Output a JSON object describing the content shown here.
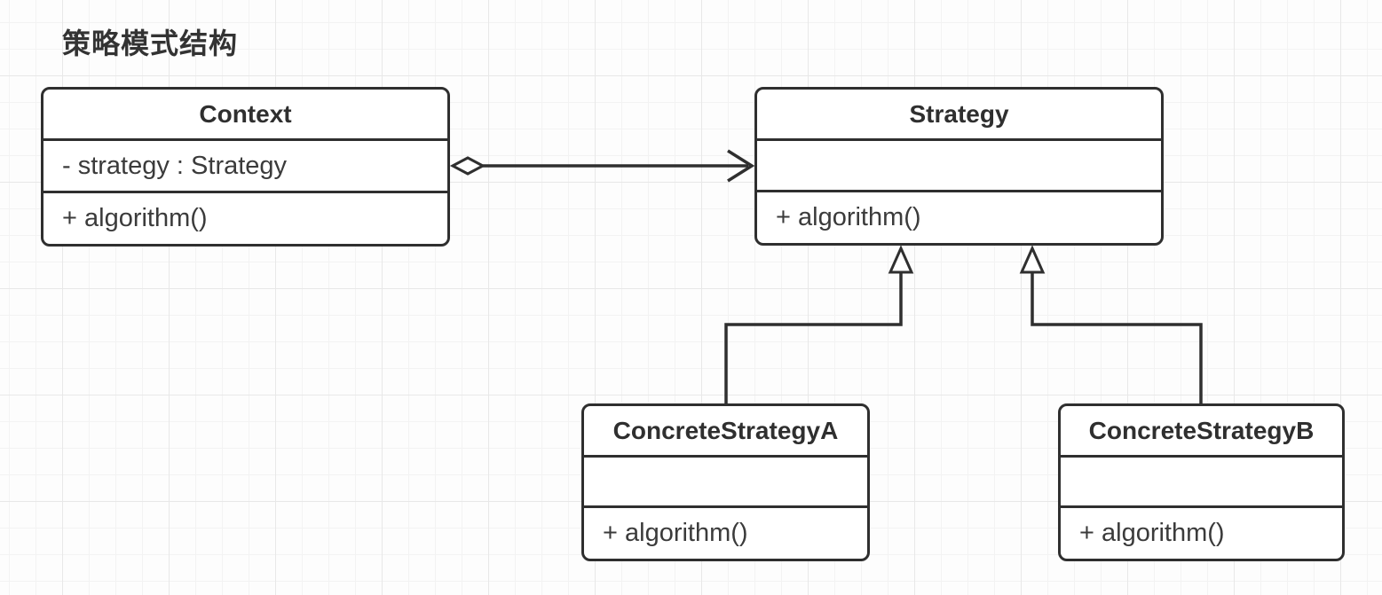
{
  "page": {
    "title": "策略模式结构"
  },
  "diagram": {
    "classes": [
      {
        "id": "context",
        "name": "Context",
        "attributes": [
          "- strategy : Strategy"
        ],
        "methods": [
          "+ algorithm()"
        ]
      },
      {
        "id": "strategy",
        "name": "Strategy",
        "attributes": [],
        "methods": [
          "+ algorithm()"
        ]
      },
      {
        "id": "concrete-strategy-a",
        "name": "ConcreteStrategyA",
        "attributes": [],
        "methods": [
          "+ algorithm()"
        ]
      },
      {
        "id": "concrete-strategy-b",
        "name": "ConcreteStrategyB",
        "attributes": [],
        "methods": [
          "+ algorithm()"
        ]
      }
    ],
    "relations": [
      {
        "type": "aggregation",
        "from": "Context",
        "to": "Strategy",
        "marker_from": "hollow-diamond",
        "marker_to": "open-arrow"
      },
      {
        "type": "inheritance",
        "from": "ConcreteStrategyA",
        "to": "Strategy",
        "marker_to": "hollow-triangle"
      },
      {
        "type": "inheritance",
        "from": "ConcreteStrategyB",
        "to": "Strategy",
        "marker_to": "hollow-triangle"
      }
    ],
    "colors": {
      "stroke": "#2f2f2f",
      "box_fill": "#ffffff",
      "title_text": "#2f2f2f",
      "member_text": "#3b3b3b",
      "background": "#fdfdfd",
      "grid_minor": "#f3f3f3",
      "grid_major": "#e8e8e8"
    }
  }
}
